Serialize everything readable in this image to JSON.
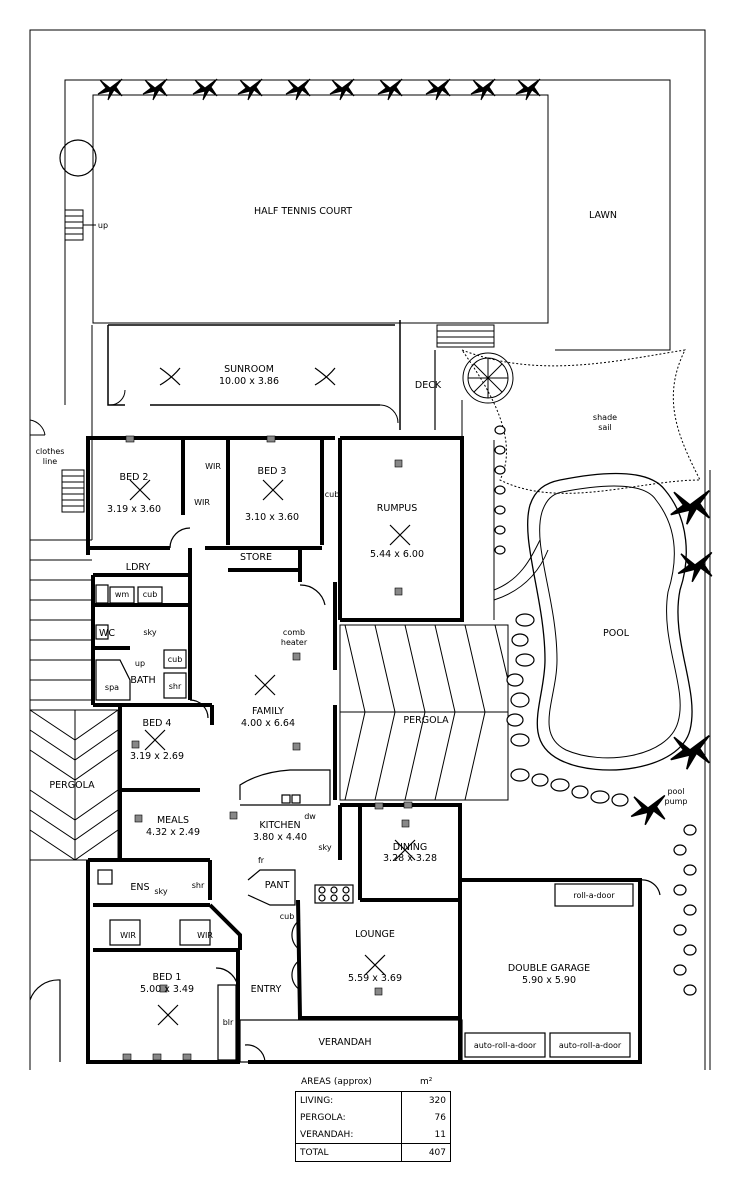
{
  "rooms": {
    "half_tennis_court": {
      "name": "HALF TENNIS COURT"
    },
    "lawn": {
      "name": "LAWN"
    },
    "sunroom": {
      "name": "SUNROOM",
      "dims": "10.00 x 3.86"
    },
    "deck": {
      "name": "DECK"
    },
    "bed2": {
      "name": "BED 2",
      "dims": "3.19 x 3.60"
    },
    "bed3": {
      "name": "BED 3",
      "dims": "3.10 x 3.60"
    },
    "rumpus": {
      "name": "RUMPUS",
      "dims": "5.44 x 6.00"
    },
    "laundry": {
      "name": "LDRY"
    },
    "store": {
      "name": "STORE"
    },
    "wc": {
      "name": "WC"
    },
    "bath": {
      "name": "BATH"
    },
    "family": {
      "name": "FAMILY",
      "dims": "4.00 x 6.64"
    },
    "bed4": {
      "name": "BED 4",
      "dims": "3.19 x 2.69"
    },
    "pergola_left": {
      "name": "PERGOLA"
    },
    "pergola_center": {
      "name": "PERGOLA"
    },
    "meals": {
      "name": "MEALS",
      "dims": "4.32 x 2.49"
    },
    "kitchen": {
      "name": "KITCHEN",
      "dims": "3.80 x 4.40"
    },
    "dining": {
      "name": "DINING",
      "dims": "3.28 x 3.28"
    },
    "pool": {
      "name": "POOL"
    },
    "ensuite": {
      "name": "ENS"
    },
    "pantry": {
      "name": "PANT"
    },
    "lounge": {
      "name": "LOUNGE",
      "dims": "5.59 x 3.69"
    },
    "double_garage": {
      "name": "DOUBLE GARAGE",
      "dims": "5.90 x 5.90"
    },
    "bed1": {
      "name": "BED 1",
      "dims": "5.00 x 3.49"
    },
    "entry": {
      "name": "ENTRY"
    },
    "verandah": {
      "name": "VERANDAH"
    }
  },
  "labels": {
    "up": "up",
    "clothes_line": [
      "clothes",
      "line"
    ],
    "shade_sail": [
      "shade",
      "sail"
    ],
    "wir": "WIR",
    "cub": "cub",
    "wm": "wm",
    "sky": "sky",
    "shr": "shr",
    "spa": "spa",
    "comb_heater": [
      "comb",
      "heater"
    ],
    "dw": "dw",
    "fr": "fr",
    "blr": "blr",
    "pool_pump": [
      "pool",
      "pump"
    ],
    "roll_a_door": "roll-a-door",
    "auto_roll_a_door": "auto-roll-a-door"
  },
  "areas": {
    "title": "AREAS (approx)",
    "unit": "m²",
    "rows": [
      {
        "label": "LIVING:",
        "value": "320"
      },
      {
        "label": "PERGOLA:",
        "value": "76"
      },
      {
        "label": "VERANDAH:",
        "value": "11"
      }
    ],
    "total": {
      "label": "TOTAL",
      "value": "407"
    }
  }
}
